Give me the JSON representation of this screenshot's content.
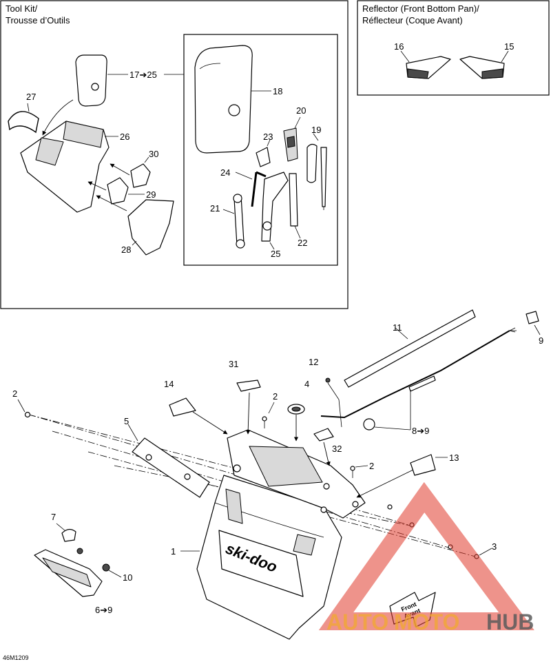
{
  "panels": {
    "tool_kit": {
      "title_line1": "Tool Kit/",
      "title_line2": "Trousse d’Outils"
    },
    "reflector": {
      "title_line1": "Reflector (Front Bottom Pan)/",
      "title_line2": "Réflecteur (Coque Avant)"
    }
  },
  "callouts": {
    "c1": "1",
    "c2a": "2",
    "c2b": "2",
    "c2c": "2",
    "c3": "3",
    "c4": "4",
    "c5": "5",
    "c6_9": "6➔9",
    "c7": "7",
    "c8_9": "8➔9",
    "c9": "9",
    "c10": "10",
    "c11": "11",
    "c12": "12",
    "c13": "13",
    "c14": "14",
    "c15": "15",
    "c16": "16",
    "c17_25": "17➔25",
    "c18": "18",
    "c19": "19",
    "c20": "20",
    "c21": "21",
    "c22": "22",
    "c23": "23",
    "c24": "24",
    "c25": "25",
    "c26": "26",
    "c27": "27",
    "c28": "28",
    "c29": "29",
    "c30": "30",
    "c31": "31",
    "c32": "32"
  },
  "decal_text": {
    "brand": "ski-doo",
    "front_1": "Front",
    "front_2": "Avant"
  },
  "figure_code": "46M1209",
  "watermark": {
    "part1": "AUTO",
    "part2": "MOTO",
    "part3": "HUB",
    "color_red": "#e03b2c",
    "color_orange": "#f0a830",
    "color_gray": "#5a5a5a"
  }
}
